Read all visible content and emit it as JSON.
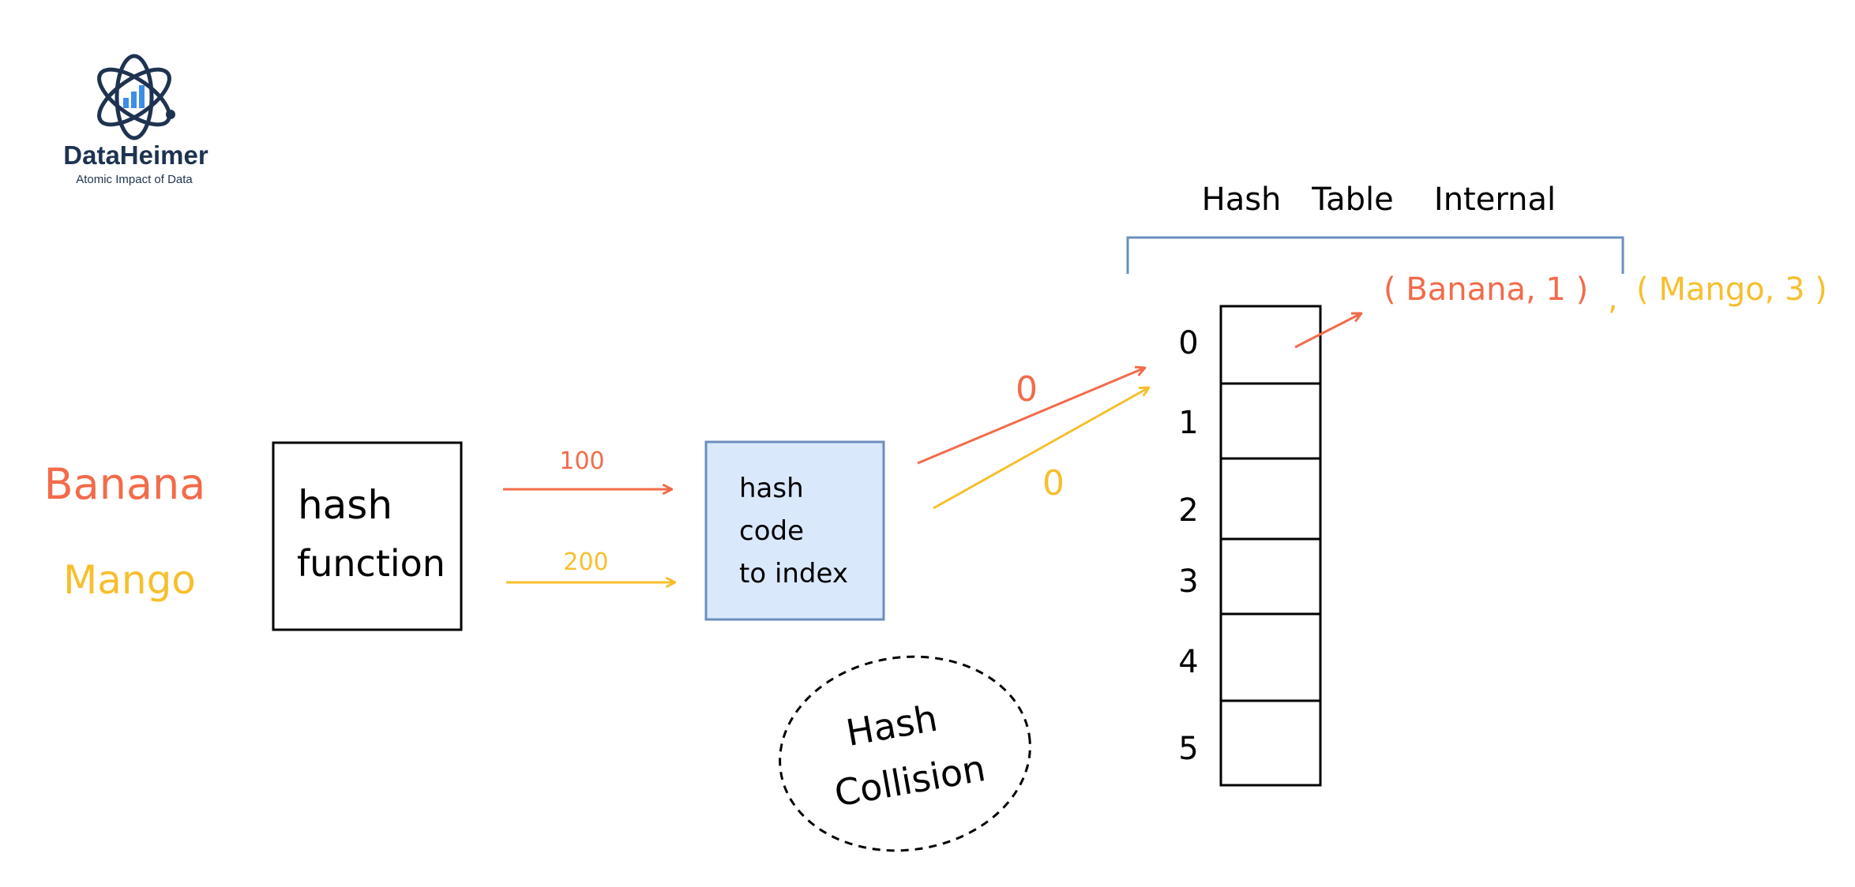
{
  "logo": {
    "name": "DataHeimer",
    "tagline": "Atomic Impact of Data",
    "icon": "atom-chart-icon",
    "color": "#1e3350"
  },
  "inputs": {
    "banana": "Banana",
    "mango": "Mango"
  },
  "hash_function": {
    "line1": "hash",
    "line2": "function"
  },
  "hash_codes": {
    "banana": "100",
    "mango": "200"
  },
  "index_box": {
    "line1": "hash",
    "line2": "code",
    "line3": "to index"
  },
  "computed_index": {
    "banana": "0",
    "mango": "0"
  },
  "table": {
    "title_word1": "Hash",
    "title_word2": "Table",
    "title_word3": "Internal",
    "indices": [
      "0",
      "1",
      "2",
      "3",
      "4",
      "5"
    ]
  },
  "chain": {
    "entry1": "( Banana, 1 )",
    "separator": ",",
    "entry2": "( Mango, 3 )"
  },
  "collision": {
    "line1": "Hash",
    "line2": "Collision"
  },
  "colors": {
    "banana": "#f26b4a",
    "mango": "#f7bf2e",
    "index_box_fill": "#dae8fc",
    "index_box_stroke": "#6c8ebf",
    "bracket": "#6c8ebf",
    "ink": "#000000"
  }
}
